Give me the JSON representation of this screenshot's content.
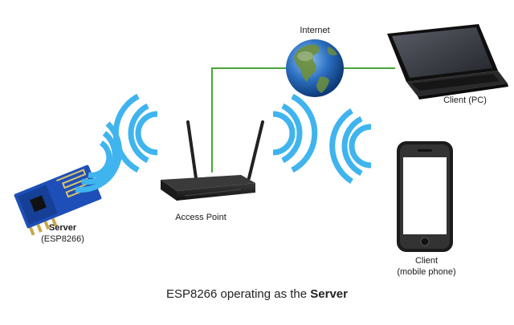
{
  "labels": {
    "internet": "Internet",
    "client_pc": "Client (PC)",
    "server_title": "Server",
    "server_sub": "(ESP8266)",
    "access_point": "Access Point",
    "client_phone_title": "Client",
    "client_phone_sub": "(mobile phone)"
  },
  "caption": {
    "prefix": "ESP8266 operating as the ",
    "emphasis": "Server"
  },
  "icons": {
    "globe": "globe-icon",
    "laptop": "laptop-icon",
    "router": "router-icon",
    "module": "esp8266-module-icon",
    "phone": "smartphone-icon",
    "wifi": "wifi-signal-icon"
  },
  "colors": {
    "wifi": "#3fb4ee",
    "link": "#4aa53a",
    "ocean": "#1f5fae",
    "land": "#6f8f3a",
    "board": "#1e4fb8",
    "device": "#1c1c1c"
  }
}
